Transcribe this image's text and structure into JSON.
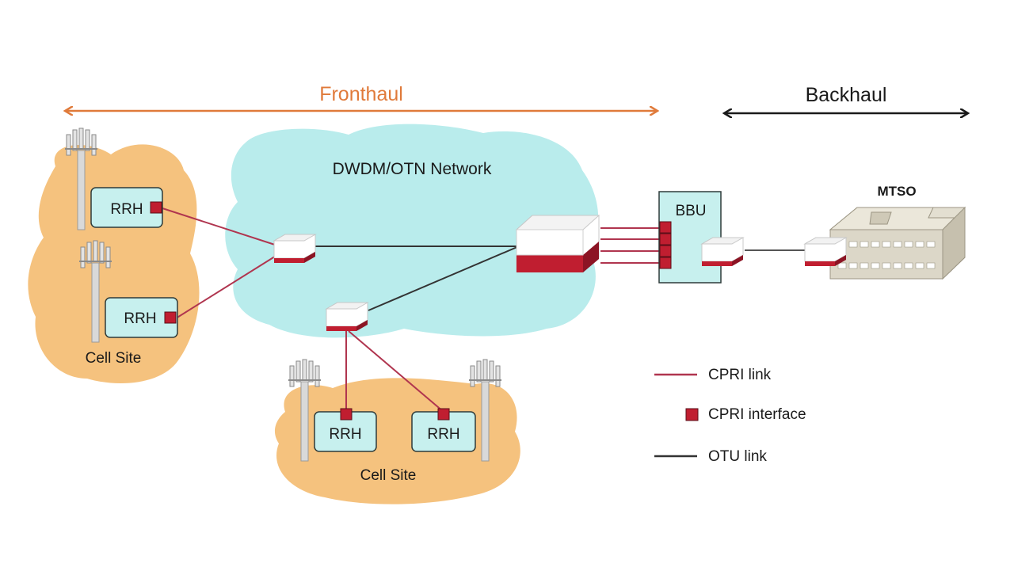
{
  "header": {
    "fronthaul": "Fronthaul",
    "backhaul": "Backhaul"
  },
  "network": {
    "cloud_label": "DWDM/OTN Network"
  },
  "nodes": {
    "rrh_label": "RRH",
    "bbu_label": "BBU",
    "mtso_label": "MTSO"
  },
  "cell_sites": [
    {
      "label": "Cell Site"
    },
    {
      "label": "Cell Site"
    }
  ],
  "legend": {
    "cpri_link": "CPRI link",
    "cpri_interface": "CPRI interface",
    "otu_link": "OTU link"
  },
  "colors": {
    "fronthaul": "#e07a3a",
    "backhaul": "#1a1a1a",
    "cloud": "#b9ecec",
    "cell_site": "#f5c27e",
    "cpri_link": "#b0354f",
    "cpri_interface": "#c01e30",
    "otu_link": "#333333"
  }
}
